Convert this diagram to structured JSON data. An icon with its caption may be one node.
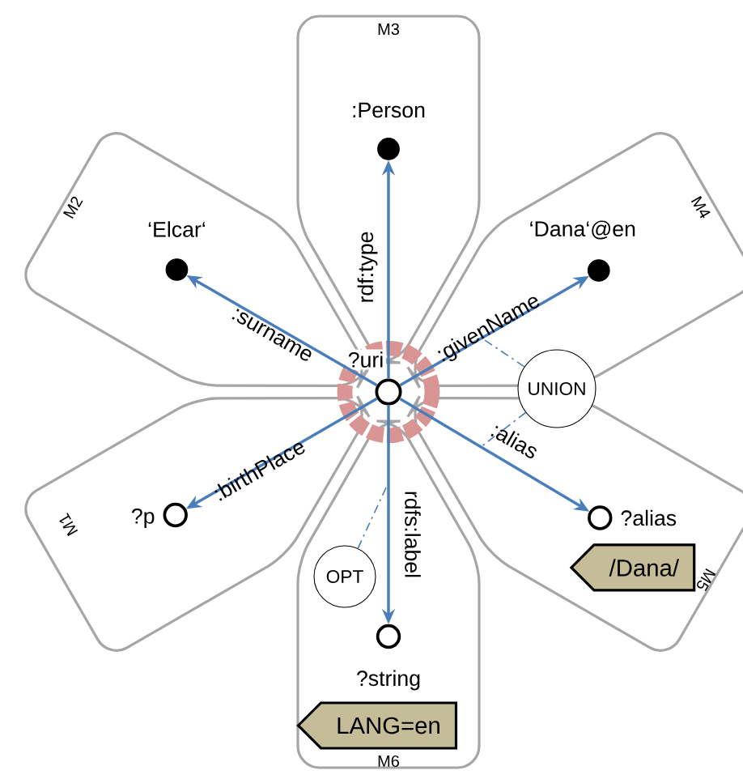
{
  "diagram": {
    "nodes": [
      {
        "text": [
          "M3"
        ]
      },
      {
        "text": [
          "M2"
        ]
      },
      {
        "text": [
          "M4"
        ]
      },
      {
        "text": [
          "M1"
        ]
      },
      {
        "text": [
          "M5"
        ]
      },
      {
        "text": [
          "M6"
        ]
      },
      {
        "text": [
          "?uri"
        ]
      },
      {
        "text": [
          ":Person"
        ],
        "in": 0
      },
      {
        "text": [
          "‘Elcar‘"
        ],
        "in": 1
      },
      {
        "text": [
          "‘Dana‘@en"
        ],
        "in": 2
      },
      {
        "text": [
          "?p"
        ],
        "in": 3
      },
      {
        "text": [
          "?alias"
        ],
        "in": 4
      },
      {
        "text": [
          "/Dana/"
        ],
        "in": 4
      },
      {
        "text": [
          "?string"
        ],
        "in": 5
      },
      {
        "text": [
          "LANG=en"
        ],
        "in": 5
      },
      {
        "text": [
          "UNION"
        ]
      },
      {
        "text": [
          "OPT"
        ],
        "in": 5
      }
    ],
    "edges": [
      {
        "from": 6,
        "to": 7,
        "arrow": "to",
        "label": "rdf:type"
      },
      {
        "from": 6,
        "to": 8,
        "arrow": "to",
        "label": ":surname"
      },
      {
        "from": 6,
        "to": 9,
        "arrow": "to",
        "label": ":givenName"
      },
      {
        "from": 6,
        "to": 10,
        "arrow": "to",
        "label": ":birthPlace"
      },
      {
        "from": 6,
        "to": 11,
        "arrow": "to",
        "label": ":alias"
      },
      {
        "from": 6,
        "to": 13,
        "arrow": "to",
        "label": "rdfs:label"
      },
      {
        "from": 15,
        "to": null,
        "arrow": "none",
        "style": "dashed"
      },
      {
        "from": 15,
        "to": null,
        "arrow": "none",
        "style": "dashed"
      },
      {
        "from": 16,
        "to": null,
        "arrow": "none",
        "style": "dashed"
      }
    ]
  }
}
